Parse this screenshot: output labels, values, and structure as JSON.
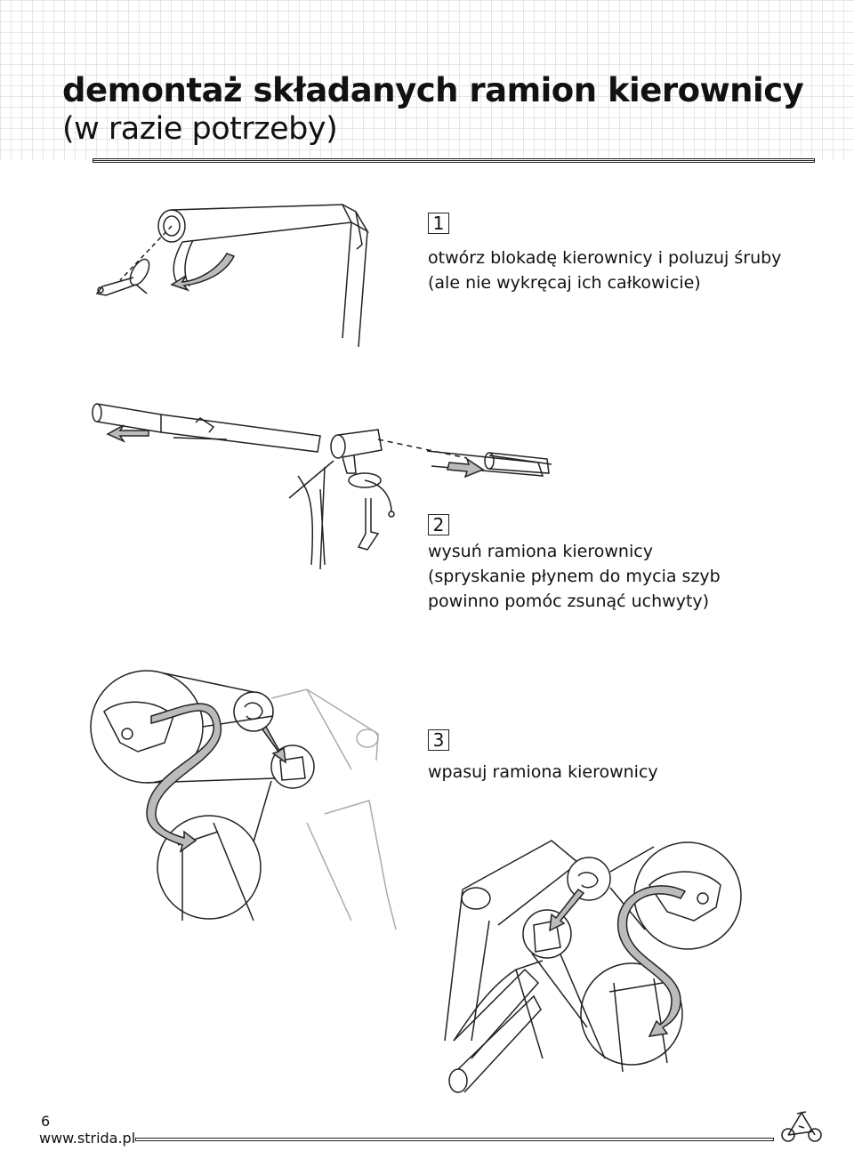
{
  "header": {
    "title": "demontaż składanych ramion kierownicy",
    "subtitle": "(w razie potrzeby)"
  },
  "steps": [
    {
      "number": "1",
      "lines": [
        "otwórz blokadę kierownicy i poluzuj śruby",
        "(ale nie wykręcaj ich całkowicie)"
      ]
    },
    {
      "number": "2",
      "lines": [
        "wysuń ramiona kierownicy",
        "(spryskanie płynem do mycia szyb",
        "powinno pomóc zsunąć uchwyty)"
      ]
    },
    {
      "number": "3",
      "lines": [
        "wpasuj ramiona kierownicy"
      ]
    }
  ],
  "footer": {
    "page_number": "6",
    "website": "www.strida.pl",
    "logo_icon": "bicycle-logo-icon"
  },
  "colors": {
    "line": "#222222",
    "arrow_fill": "#bbbbbb",
    "grid": "#e6e6e6"
  }
}
